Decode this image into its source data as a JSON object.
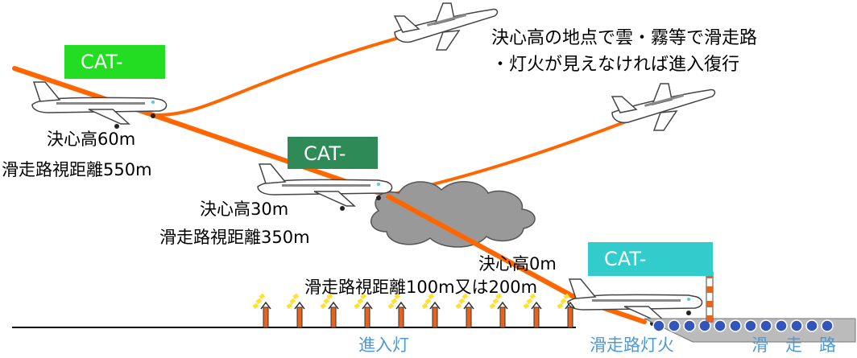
{
  "cat1": {
    "badge": "CAT-",
    "badge_color": "#22dd22",
    "decision_height": "決心高60m",
    "rvr": "滑走路視距離550m"
  },
  "cat2": {
    "badge": "CAT-",
    "badge_color": "#2e8b57",
    "decision_height": "決心高30m",
    "rvr": "滑走路視距離350m"
  },
  "cat3": {
    "badge": "CAT-",
    "badge_color": "#33cccc",
    "decision_height": "決心高0m",
    "rvr": "滑走路視距離100m又は200m"
  },
  "note": {
    "line1": "決心高の地点で雲・霧等で滑走路",
    "line2": "・灯火が見えなければ進入復行"
  },
  "ground_labels": {
    "approach_lights": "進入灯",
    "runway_lights": "滑走路灯火",
    "runway": "滑　走　路"
  },
  "colors": {
    "glide_path": "#ff6600",
    "cloud": "#999999",
    "light_post": "#e8641e",
    "light_halo": "#ffe033",
    "runway_light": "#3355bb",
    "label_blue": "#4a9ad8"
  }
}
